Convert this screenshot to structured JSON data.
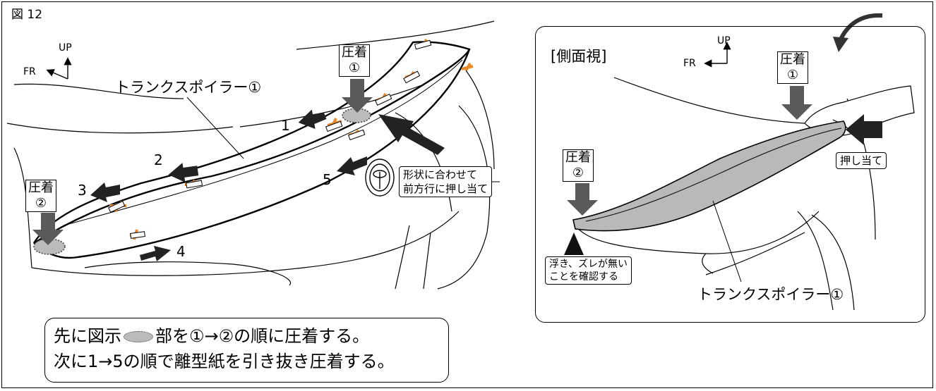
{
  "figure_label": "図 12",
  "main_view": {
    "orientation": {
      "up": "UP",
      "fr": "FR"
    },
    "spoiler_label": "トランクスポイラー①",
    "press_1": {
      "line1": "圧着",
      "line2": "①"
    },
    "press_2": {
      "line1": "圧着",
      "line2": "②"
    },
    "step_numbers": [
      "1",
      "2",
      "3",
      "4",
      "5"
    ],
    "callout": {
      "line1": "形状に合わせて",
      "line2": "前方行に押し当て"
    }
  },
  "side_view": {
    "title": "[側面視]",
    "orientation": {
      "up": "UP",
      "fr": "FR"
    },
    "press_1": {
      "line1": "圧着",
      "line2": "①"
    },
    "press_2": {
      "line1": "圧着",
      "line2": "②"
    },
    "push_label": "押し当て",
    "check_note": {
      "line1": "浮き、ズレが無い",
      "line2": "ことを確認する"
    },
    "spoiler_label": "トランクスポイラー①"
  },
  "instructions": {
    "line1_a": "先に図示",
    "line1_b": "部を①→②の順に圧着する。",
    "line2": "次に1→5の順で離型紙を引き抜き圧着する。"
  },
  "colors": {
    "tape": "#e88a2a",
    "spoiler_fill": "#b9b9b9",
    "arrow": "#3a3a3a"
  }
}
